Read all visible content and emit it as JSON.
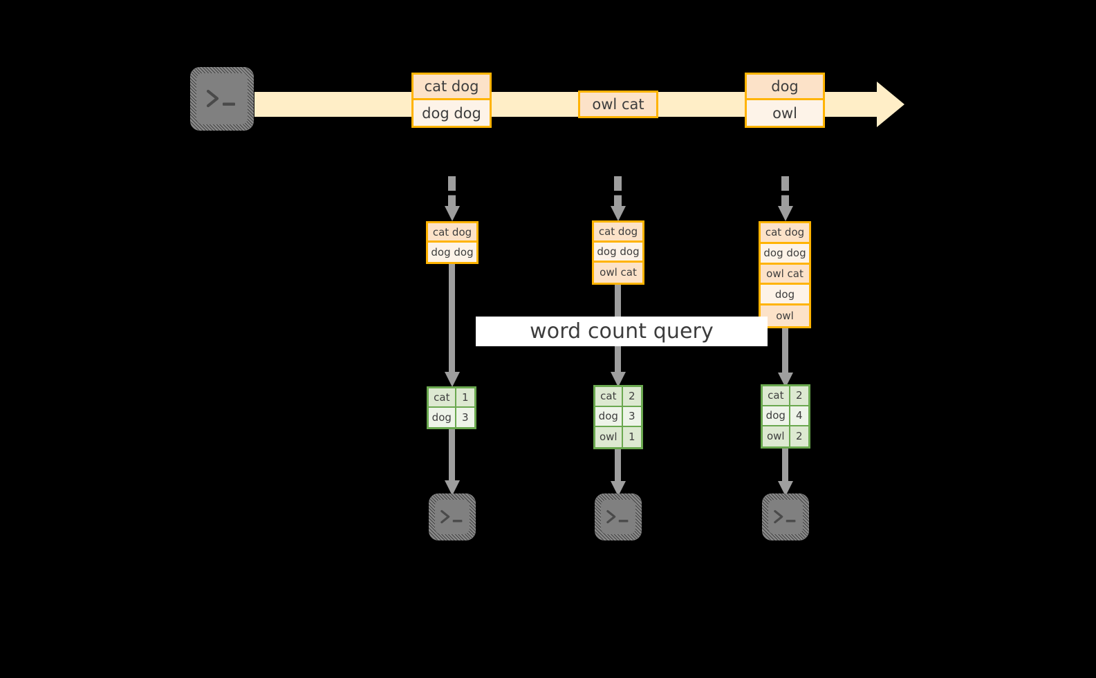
{
  "diagram": {
    "title_label": "word count query",
    "colors": {
      "background": "#000000",
      "stream_fill": "#ffeec7",
      "message_border": "#ffb300",
      "message_fill_dark": "#fce2c8",
      "message_fill_light": "#fdf3e8",
      "table_border": "#6aa84f",
      "table_fill_dark": "#dde9d1",
      "table_fill_light": "#eef4e9",
      "connector": "#9e9e9e",
      "terminal_fill": "#808080",
      "band_fill": "#ffffff"
    },
    "source": {
      "icon": "terminal-icon",
      "prompt": ">_"
    },
    "stream": {
      "icon": "arrow-right-icon",
      "messages": [
        {
          "id": "msg-1",
          "lines": [
            "cat dog",
            "dog dog"
          ]
        },
        {
          "id": "msg-2",
          "lines": [
            "owl cat"
          ]
        },
        {
          "id": "msg-3",
          "lines": [
            "dog",
            "owl"
          ]
        }
      ]
    },
    "snapshots": [
      {
        "id": "snapshot-1",
        "buffer": [
          "cat dog",
          "dog dog"
        ],
        "result": {
          "rows": [
            {
              "word": "cat",
              "count": "1"
            },
            {
              "word": "dog",
              "count": "3"
            }
          ]
        },
        "sink": {
          "icon": "terminal-icon",
          "prompt": ">_"
        }
      },
      {
        "id": "snapshot-2",
        "buffer": [
          "cat dog",
          "dog dog",
          "owl cat"
        ],
        "result": {
          "rows": [
            {
              "word": "cat",
              "count": "2"
            },
            {
              "word": "dog",
              "count": "3"
            },
            {
              "word": "owl",
              "count": "1"
            }
          ]
        },
        "sink": {
          "icon": "terminal-icon",
          "prompt": ">_"
        }
      },
      {
        "id": "snapshot-3",
        "buffer": [
          "cat dog",
          "dog dog",
          "owl cat",
          "dog",
          "owl"
        ],
        "result": {
          "rows": [
            {
              "word": "cat",
              "count": "2"
            },
            {
              "word": "dog",
              "count": "4"
            },
            {
              "word": "owl",
              "count": "2"
            }
          ]
        },
        "sink": {
          "icon": "terminal-icon",
          "prompt": ">_"
        }
      }
    ]
  }
}
